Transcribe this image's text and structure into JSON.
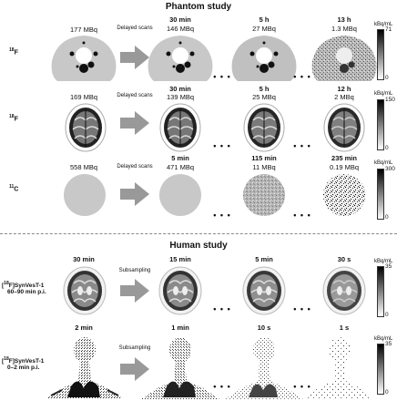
{
  "phantom": {
    "title": "Phantom study",
    "rows": [
      {
        "label_iso": "18",
        "label_el": "F",
        "initial": "177 MBq",
        "arrow_label": "Delayed scans",
        "frames": [
          {
            "time": "30 min",
            "activity": "146 MBq"
          },
          {
            "time": "5 h",
            "activity": "27 MBq"
          },
          {
            "time": "13 h",
            "activity": "1.3 MBq"
          }
        ],
        "unit": "kBq/mL",
        "cmax": "71",
        "cmin": "0"
      },
      {
        "label_iso": "18",
        "label_el": "F",
        "initial": "169 MBq",
        "arrow_label": "Delayed scans",
        "frames": [
          {
            "time": "30 min",
            "activity": "139 MBq"
          },
          {
            "time": "5 h",
            "activity": "25 MBq"
          },
          {
            "time": "12 h",
            "activity": "2 MBq"
          }
        ],
        "unit": "kBq/mL",
        "cmax": "150",
        "cmin": "0"
      },
      {
        "label_iso": "11",
        "label_el": "C",
        "initial": "558 MBq",
        "arrow_label": "Delayed scans",
        "frames": [
          {
            "time": "5 min",
            "activity": "471 MBq"
          },
          {
            "time": "115 min",
            "activity": "11 MBq"
          },
          {
            "time": "235 min",
            "activity": "0.19 MBq"
          }
        ],
        "unit": "kBq/mL",
        "cmax": "300",
        "cmin": "0"
      }
    ]
  },
  "human": {
    "title": "Human study",
    "rows": [
      {
        "label_pre": "[",
        "label_iso": "18",
        "label_post": "F]SynVesT-1",
        "label_line2": "60–90 min p.i.",
        "initial_time": "30 min",
        "arrow_label": "Subsampling",
        "frames": [
          "15 min",
          "5 min",
          "30 s"
        ],
        "unit": "kBq/mL",
        "cmax": "35",
        "cmin": "0"
      },
      {
        "label_pre": "[",
        "label_iso": "18",
        "label_post": "F]SynVesT-1",
        "label_line2": "0–2 min p.i.",
        "initial_time": "2 min",
        "arrow_label": "Subsampling",
        "frames": [
          "1 min",
          "10 s",
          "1 s"
        ],
        "unit": "kBq/mL",
        "cmax": "35",
        "cmin": "0"
      }
    ]
  },
  "ellipsis": "• • •"
}
